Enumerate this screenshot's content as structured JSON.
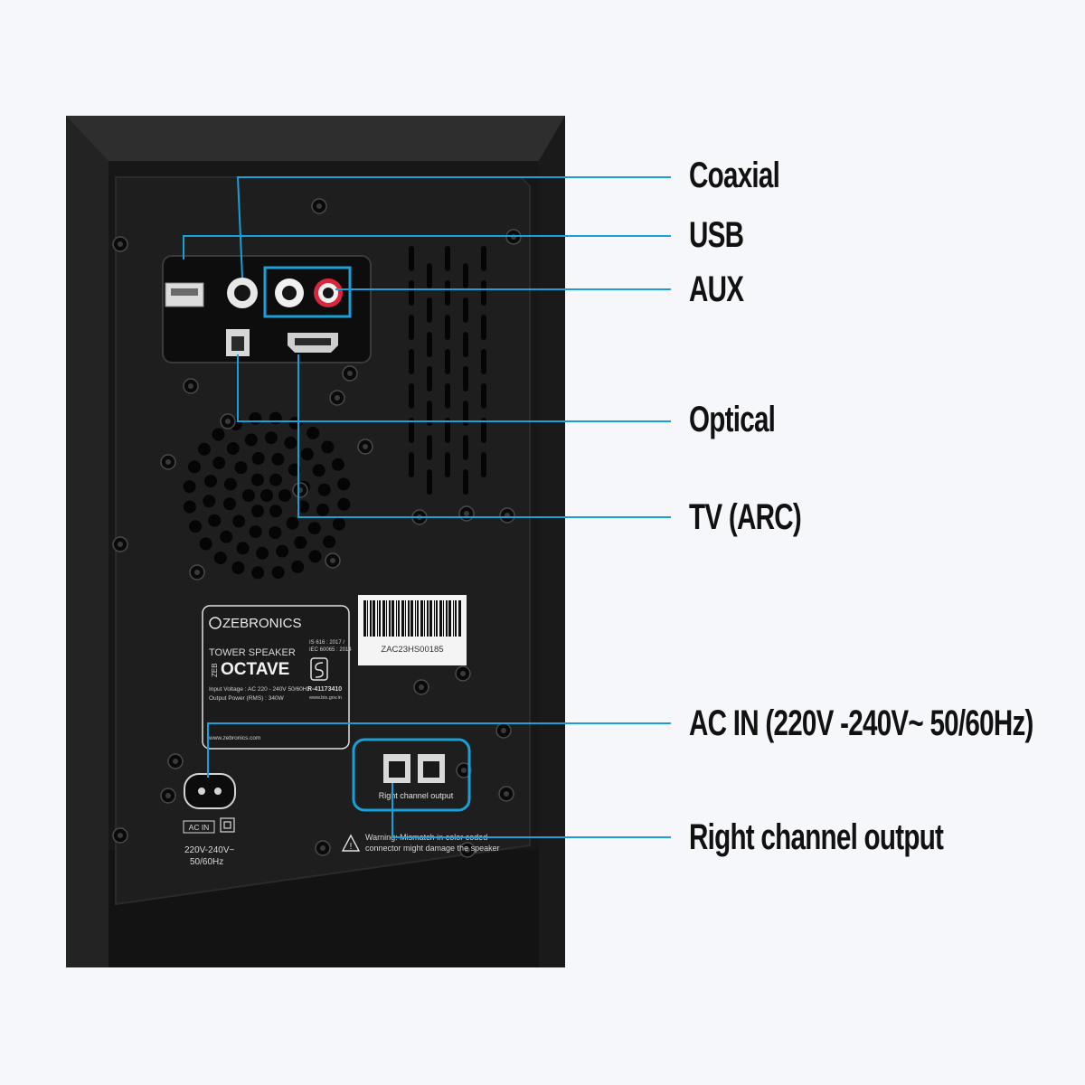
{
  "colors": {
    "background": "#f6f7fb",
    "callout_line": "#1a9fd8",
    "speaker_body": "#232323",
    "panel": "#1b1b1b",
    "label_text": "#111111"
  },
  "callouts": {
    "coaxial": "Coaxial",
    "usb": "USB",
    "aux": "AUX",
    "optical": "Optical",
    "tv_arc": "TV (ARC)",
    "ac_in": "AC IN (220V -240V~ 50/60Hz)",
    "right_channel": "Right channel output"
  },
  "product_label": {
    "brand": "ZEBRONICS",
    "product_type": "TOWER SPEAKER",
    "series": "ZEB",
    "model": "OCTAVE",
    "input_voltage": "Input Voltage : AC 220 - 240V  50/60Hz",
    "output_power": "Output Power (RMS) : 340W",
    "standard_1": "IS 616 : 2017 /",
    "standard_2": "IEC 60065 : 2014",
    "registration": "R-41173410",
    "bis_site": "www.bis.gov.in",
    "website": "www.zebronics.com"
  },
  "barcode": {
    "serial": "ZAC23HS00185"
  },
  "panel_markings": {
    "ac_in_tag": "AC IN",
    "ac_in_spec_1": "220V-240V~",
    "ac_in_spec_2": "50/60Hz",
    "right_channel_tag": "Right channel output",
    "warning_1": "Warning: Mismatch in color coded",
    "warning_2": "connector might damage the speaker"
  }
}
